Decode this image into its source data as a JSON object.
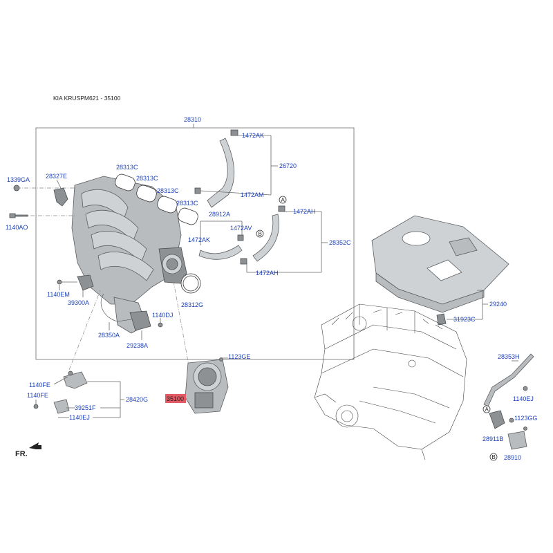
{
  "header": {
    "title": "KIA KRUSPM621 - 35100"
  },
  "highlight_color": "#e25a63",
  "label_color": "#1a3fb8",
  "fr_label": "FR.",
  "callouts": {
    "a": "A",
    "b": "B"
  },
  "labels": {
    "p28310": "28310",
    "p1472AK": "1472AK",
    "p26720": "26720",
    "p1339GA": "1339GA",
    "p28327E": "28327E",
    "p28313C_1": "28313C",
    "p28313C_2": "28313C",
    "p28313C_3": "28313C",
    "p28313C_4": "28313C",
    "p1472AM": "1472AM",
    "p1140AO": "1140AO",
    "p28912A": "28912A",
    "p1472AH_1": "1472AH",
    "p1472AV": "1472AV",
    "p1472AK_2": "1472AK",
    "p28352C": "28352C",
    "p1472AH_2": "1472AH",
    "p1140EM": "1140EM",
    "p39300A": "39300A",
    "p28312G": "28312G",
    "p1140DJ": "1140DJ",
    "p28350A": "28350A",
    "p29238A": "29238A",
    "p1123GE": "1123GE",
    "p35100": "35100",
    "p1140FE_1": "1140FE",
    "p1140FE_2": "1140FE",
    "p39251F": "39251F",
    "p28420G": "28420G",
    "p1140EJ_1": "1140EJ",
    "p29240": "29240",
    "p31923C": "31923C",
    "p28353H": "28353H",
    "p1140EJ_2": "1140EJ",
    "p1123GG": "1123GG",
    "p28911B": "28911B",
    "p28910": "28910"
  }
}
